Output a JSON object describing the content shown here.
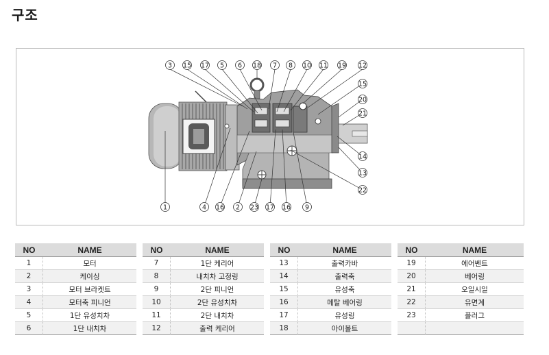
{
  "page": {
    "title": "구조"
  },
  "figure": {
    "callouts_top": [
      "3",
      "15",
      "17",
      "5",
      "6",
      "18",
      "7",
      "8",
      "10",
      "11",
      "19",
      "12"
    ],
    "callouts_right": [
      "15",
      "20",
      "21",
      "14",
      "13",
      "22"
    ],
    "callouts_bottom": [
      "1",
      "4",
      "16",
      "2",
      "23",
      "17",
      "16",
      "9"
    ]
  },
  "table": {
    "header_no": "NO",
    "header_name": "NAME",
    "groups": [
      [
        {
          "no": "1",
          "name": "모터"
        },
        {
          "no": "2",
          "name": "케이싱"
        },
        {
          "no": "3",
          "name": "모터 브라켓트"
        },
        {
          "no": "4",
          "name": "모터축 피니언"
        },
        {
          "no": "5",
          "name": "1단 유성치차"
        },
        {
          "no": "6",
          "name": "1단 내치차"
        }
      ],
      [
        {
          "no": "7",
          "name": "1단 케리어"
        },
        {
          "no": "8",
          "name": "내치차 고정링"
        },
        {
          "no": "9",
          "name": "2단 피니언"
        },
        {
          "no": "10",
          "name": "2단 유성치차"
        },
        {
          "no": "11",
          "name": "2단 내치차"
        },
        {
          "no": "12",
          "name": "출력 케리어"
        }
      ],
      [
        {
          "no": "13",
          "name": "출력카바"
        },
        {
          "no": "14",
          "name": "출력축"
        },
        {
          "no": "15",
          "name": "유성축"
        },
        {
          "no": "16",
          "name": "메탈 베어링"
        },
        {
          "no": "17",
          "name": "유성링"
        },
        {
          "no": "18",
          "name": "아이볼트"
        }
      ],
      [
        {
          "no": "19",
          "name": "에어벤트"
        },
        {
          "no": "20",
          "name": "베어링"
        },
        {
          "no": "21",
          "name": "오일시일"
        },
        {
          "no": "22",
          "name": "유면계"
        },
        {
          "no": "23",
          "name": "플러그"
        },
        {
          "no": "",
          "name": ""
        }
      ]
    ]
  }
}
